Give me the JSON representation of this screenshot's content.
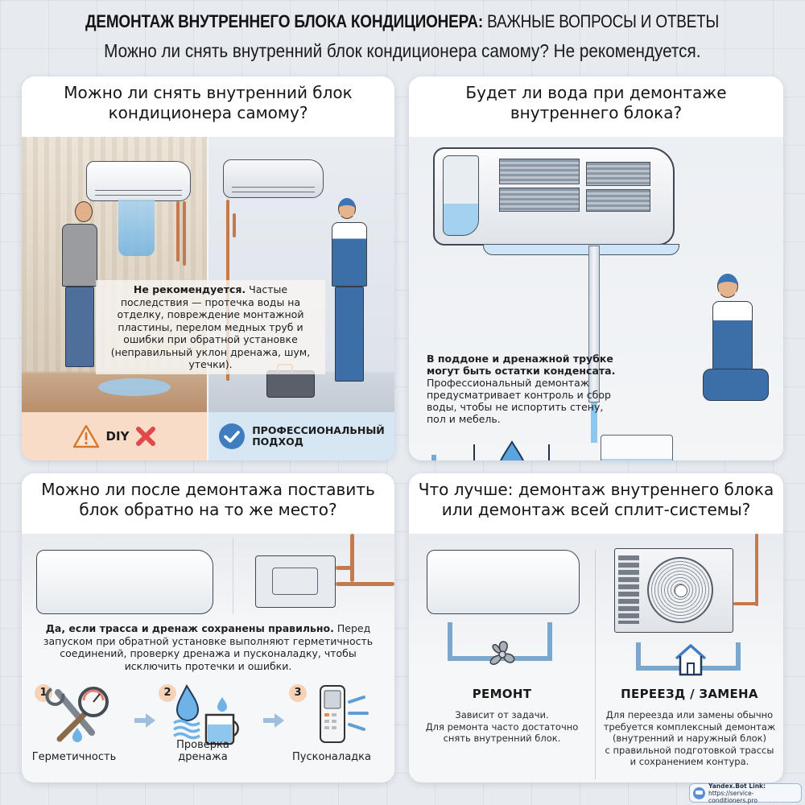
{
  "header": {
    "title_bold": "ДЕМОНТАЖ ВНУТРЕННЕГО БЛОКА КОНДИЦИОНЕРА:",
    "title_regular": " ВАЖНЫЕ ВОПРОСЫ И ОТВЕТЫ",
    "subtitle": "Можно ли снять внутренний блок кондиционера самому? Не рекомендуется."
  },
  "panels": [
    {
      "id": "diy-removal",
      "question_line1": "Можно ли снять внутренний блок",
      "question_line2": "кондиционера самому?",
      "answer_bold": "Не рекомендуется.",
      "answer_text": " Частые последствия — протечка воды на отделку, повреждение монтажной пластины, перелом медных труб и ошибки при обратной установке (неправильный уклон дренажа, шум, утечки).",
      "badges": [
        {
          "icon": "warning-triangle-icon",
          "label": "DIY",
          "mark": "x-mark-icon",
          "bg_color": "#f8dcc8"
        },
        {
          "icon": "check-circle-icon",
          "label_line1": "ПРОФЕССИОНАЛЬНЫЙ",
          "label_line2": "ПОДХОД",
          "bg_color": "#d6e6f3"
        }
      ]
    },
    {
      "id": "water-on-removal",
      "question_line1": "Будет ли вода при демонтаже",
      "question_line2": "внутреннего блока?",
      "answer_bold": "В поддоне и дренажной трубке могут быть остатки конденсата.",
      "answer_text": " Профессиональный демонтаж предусматривает контроль и сбор воды, чтобы не испортить стену, пол и мебель."
    },
    {
      "id": "reinstall",
      "question_line1": "Можно ли после демонтажа поставить",
      "question_line2": "блок обратно на то же место?",
      "answer_bold": "Да, если трасса и дренаж сохранены правильно.",
      "answer_text": " Перед запуском при обратной установке выполняют герметичность соединений, проверку дренажа и пусконаладку, чтобы исключить протечки и ошибки.",
      "steps": [
        {
          "number": "1",
          "icon": "wrench-gauge-icon",
          "label": "Герметичность"
        },
        {
          "number": "2",
          "icon": "water-drop-cup-icon",
          "label": "Проверка дренажа"
        },
        {
          "number": "3",
          "icon": "remote-control-icon",
          "label": "Пусконаладка"
        }
      ]
    },
    {
      "id": "indoor-vs-full",
      "question_line1": "Что лучше: демонтаж внутреннего блока",
      "question_line2": "или демонтаж всей сплит-системы?",
      "options": [
        {
          "icon": "fan-icon",
          "heading": "РЕМОНТ",
          "desc_lines": [
            "Зависит от задачи.",
            "Для ремонта часто достаточно",
            "снять внутренний блок."
          ]
        },
        {
          "icon": "house-icon",
          "heading": "ПЕРЕЕЗД / ЗАМЕНА",
          "desc_lines": [
            "Для переезда или замены обычно",
            "требуется комплексный демонтаж",
            "(внутренний и наружный блок)",
            "с правильной подготовкой трассы",
            "и сохранением контура."
          ]
        }
      ]
    }
  ],
  "footer": {
    "label": "Yandex.Bot Link:",
    "url": "https://service-conditioners.pro"
  },
  "colors": {
    "background": "#e7ebf0",
    "accent_blue": "#3f7cc0",
    "arrow_blue": "#7aa7cf",
    "warning_orange": "#d9782d",
    "error_red": "#e0484a",
    "copper": "#c47a4b"
  }
}
